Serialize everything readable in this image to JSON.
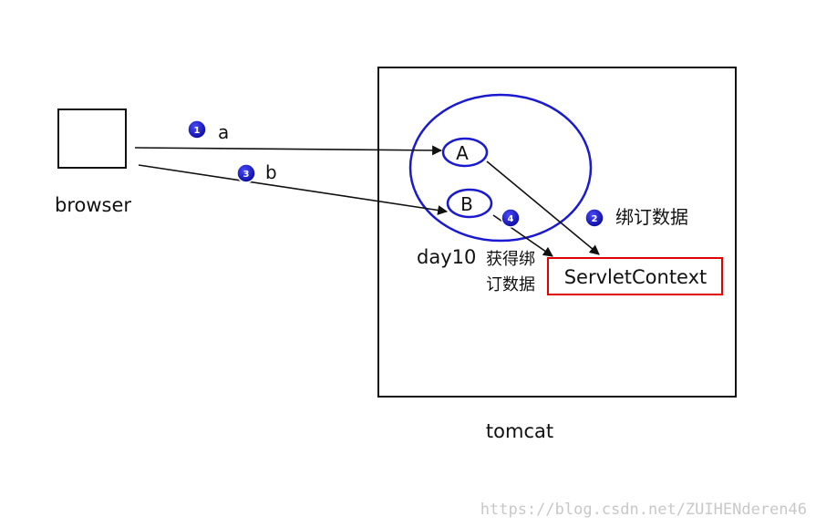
{
  "labels": {
    "browser": "browser",
    "tomcat": "tomcat",
    "day10": "day10",
    "servlet_a": "A",
    "servlet_b": "B",
    "servlet_context": "ServletContext",
    "request_a": "a",
    "request_b": "b",
    "bind_data": "绑订数据",
    "get_bound_line1": "获得绑",
    "get_bound_line2": "订数据"
  },
  "steps": [
    "1",
    "2",
    "3",
    "4"
  ],
  "watermark": "https://blog.csdn.net/ZUIHENderen46",
  "colors": {
    "outline": "#111111",
    "ellipse": "#1a1ad0",
    "context_border": "#e00000",
    "badge": "#1515c8"
  }
}
